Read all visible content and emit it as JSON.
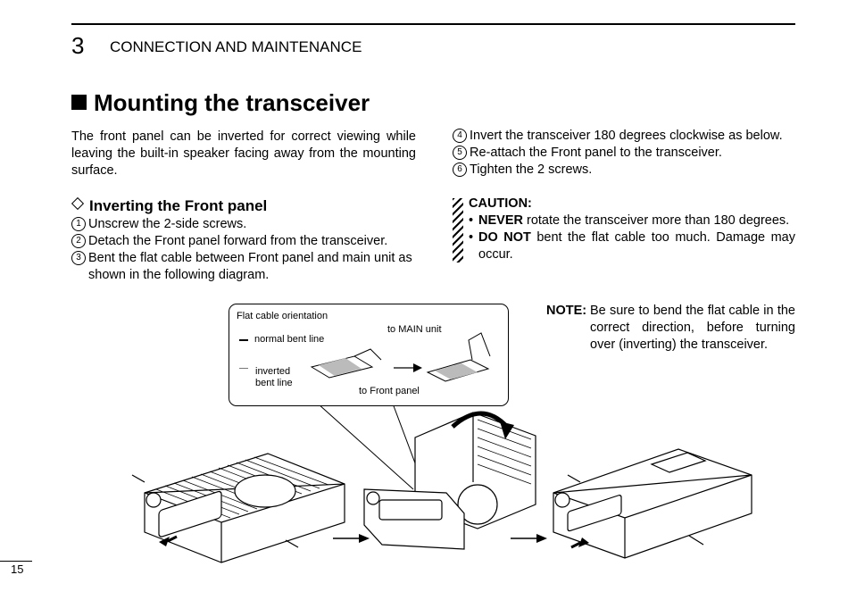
{
  "header": {
    "chapter_number": "3",
    "chapter_title": "CONNECTION AND MAINTENANCE"
  },
  "section": {
    "title": "Mounting the transceiver"
  },
  "intro": "The front panel can be inverted for correct viewing while leaving the built-in speaker facing away from the mounting surface.",
  "subsection": {
    "title": "Inverting the Front panel"
  },
  "steps": [
    {
      "num": "1",
      "text": "Unscrew the 2-side screws."
    },
    {
      "num": "2",
      "text": "Detach the Front panel forward from the transceiver."
    },
    {
      "num": "3",
      "text": "Bent the flat cable between Front panel and main unit as shown in the following diagram."
    },
    {
      "num": "4",
      "text": "Invert the transceiver 180 degrees clockwise as below."
    },
    {
      "num": "5",
      "text": "Re-attach the Front panel to the transceiver."
    },
    {
      "num": "6",
      "text": "Tighten the 2 screws."
    }
  ],
  "caution": {
    "title": "CAUTION:",
    "items": [
      {
        "strong": "NEVER",
        "text": " rotate the transceiver more than 180 degrees."
      },
      {
        "strong": "DO NOT",
        "text": " bent the flat cable too much. Damage may occur."
      }
    ]
  },
  "note": {
    "label": "NOTE:",
    "text": "Be sure to bend the flat cable in the correct direction, before turning over (inverting) the transceiver."
  },
  "diagram": {
    "title": "Flat cable orientation",
    "legend_normal": "normal bent line",
    "legend_inverted_1": "inverted",
    "legend_inverted_2": "bent line",
    "to_main": "to MAIN unit",
    "to_front": "to Front panel"
  },
  "page_number": "15"
}
